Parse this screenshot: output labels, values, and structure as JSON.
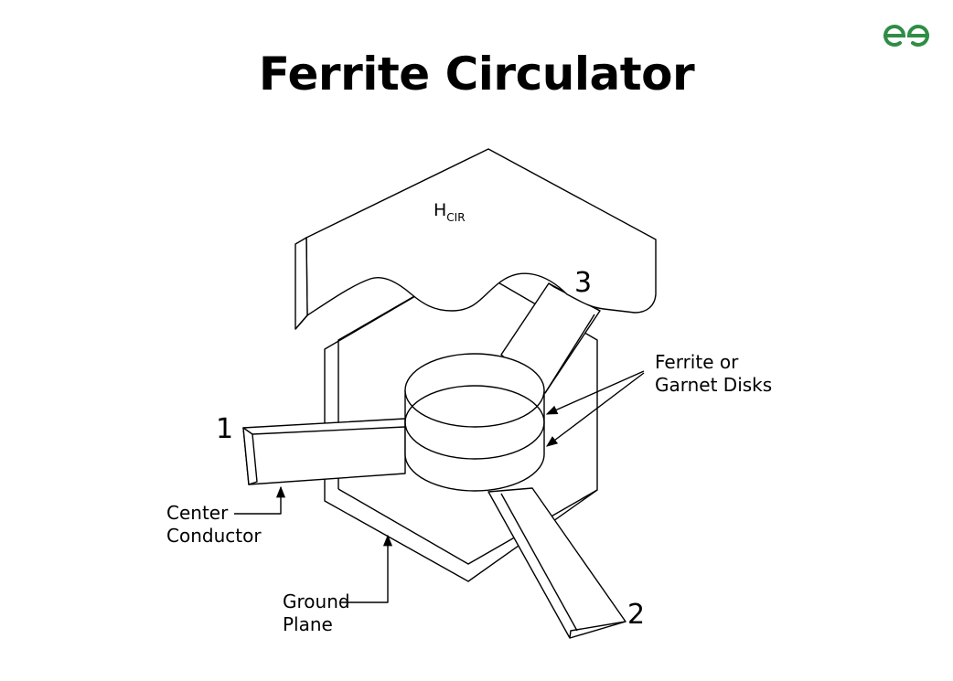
{
  "title": "Ferrite Circulator",
  "logo": {
    "name": "geeksforgeeks-logo",
    "color": "#2f8d46"
  },
  "diagram": {
    "field_label": "H",
    "field_subscript": "CIR",
    "ports": {
      "port1": "1",
      "port2": "2",
      "port3": "3"
    },
    "labels": {
      "ferrite_line1": "Ferrite or",
      "ferrite_line2": "Garnet Disks",
      "center_line1": "Center",
      "center_line2": "Conductor",
      "ground_line1": "Ground",
      "ground_line2": "Plane"
    }
  }
}
